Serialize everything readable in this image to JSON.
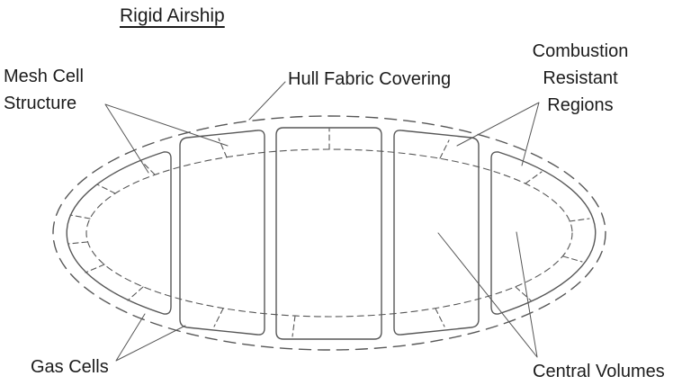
{
  "title": "Rigid Airship",
  "labels": {
    "mesh": "Mesh Cell Structure",
    "hull": "Hull Fabric Covering",
    "combustion": "Combustion Resistant Regions",
    "gas": "Gas Cells",
    "central": "Central Volumes"
  },
  "diagram": {
    "type": "rigid-airship-cross-section",
    "gas_cell_count": 5,
    "rings": [
      "outer-hull-dashed-ellipse",
      "inner-mesh-dashed-ellipse"
    ],
    "mesh_tick_count": 16
  },
  "colors": {
    "line": "#575757",
    "text": "#1c1c1c",
    "background": "#ffffff"
  }
}
